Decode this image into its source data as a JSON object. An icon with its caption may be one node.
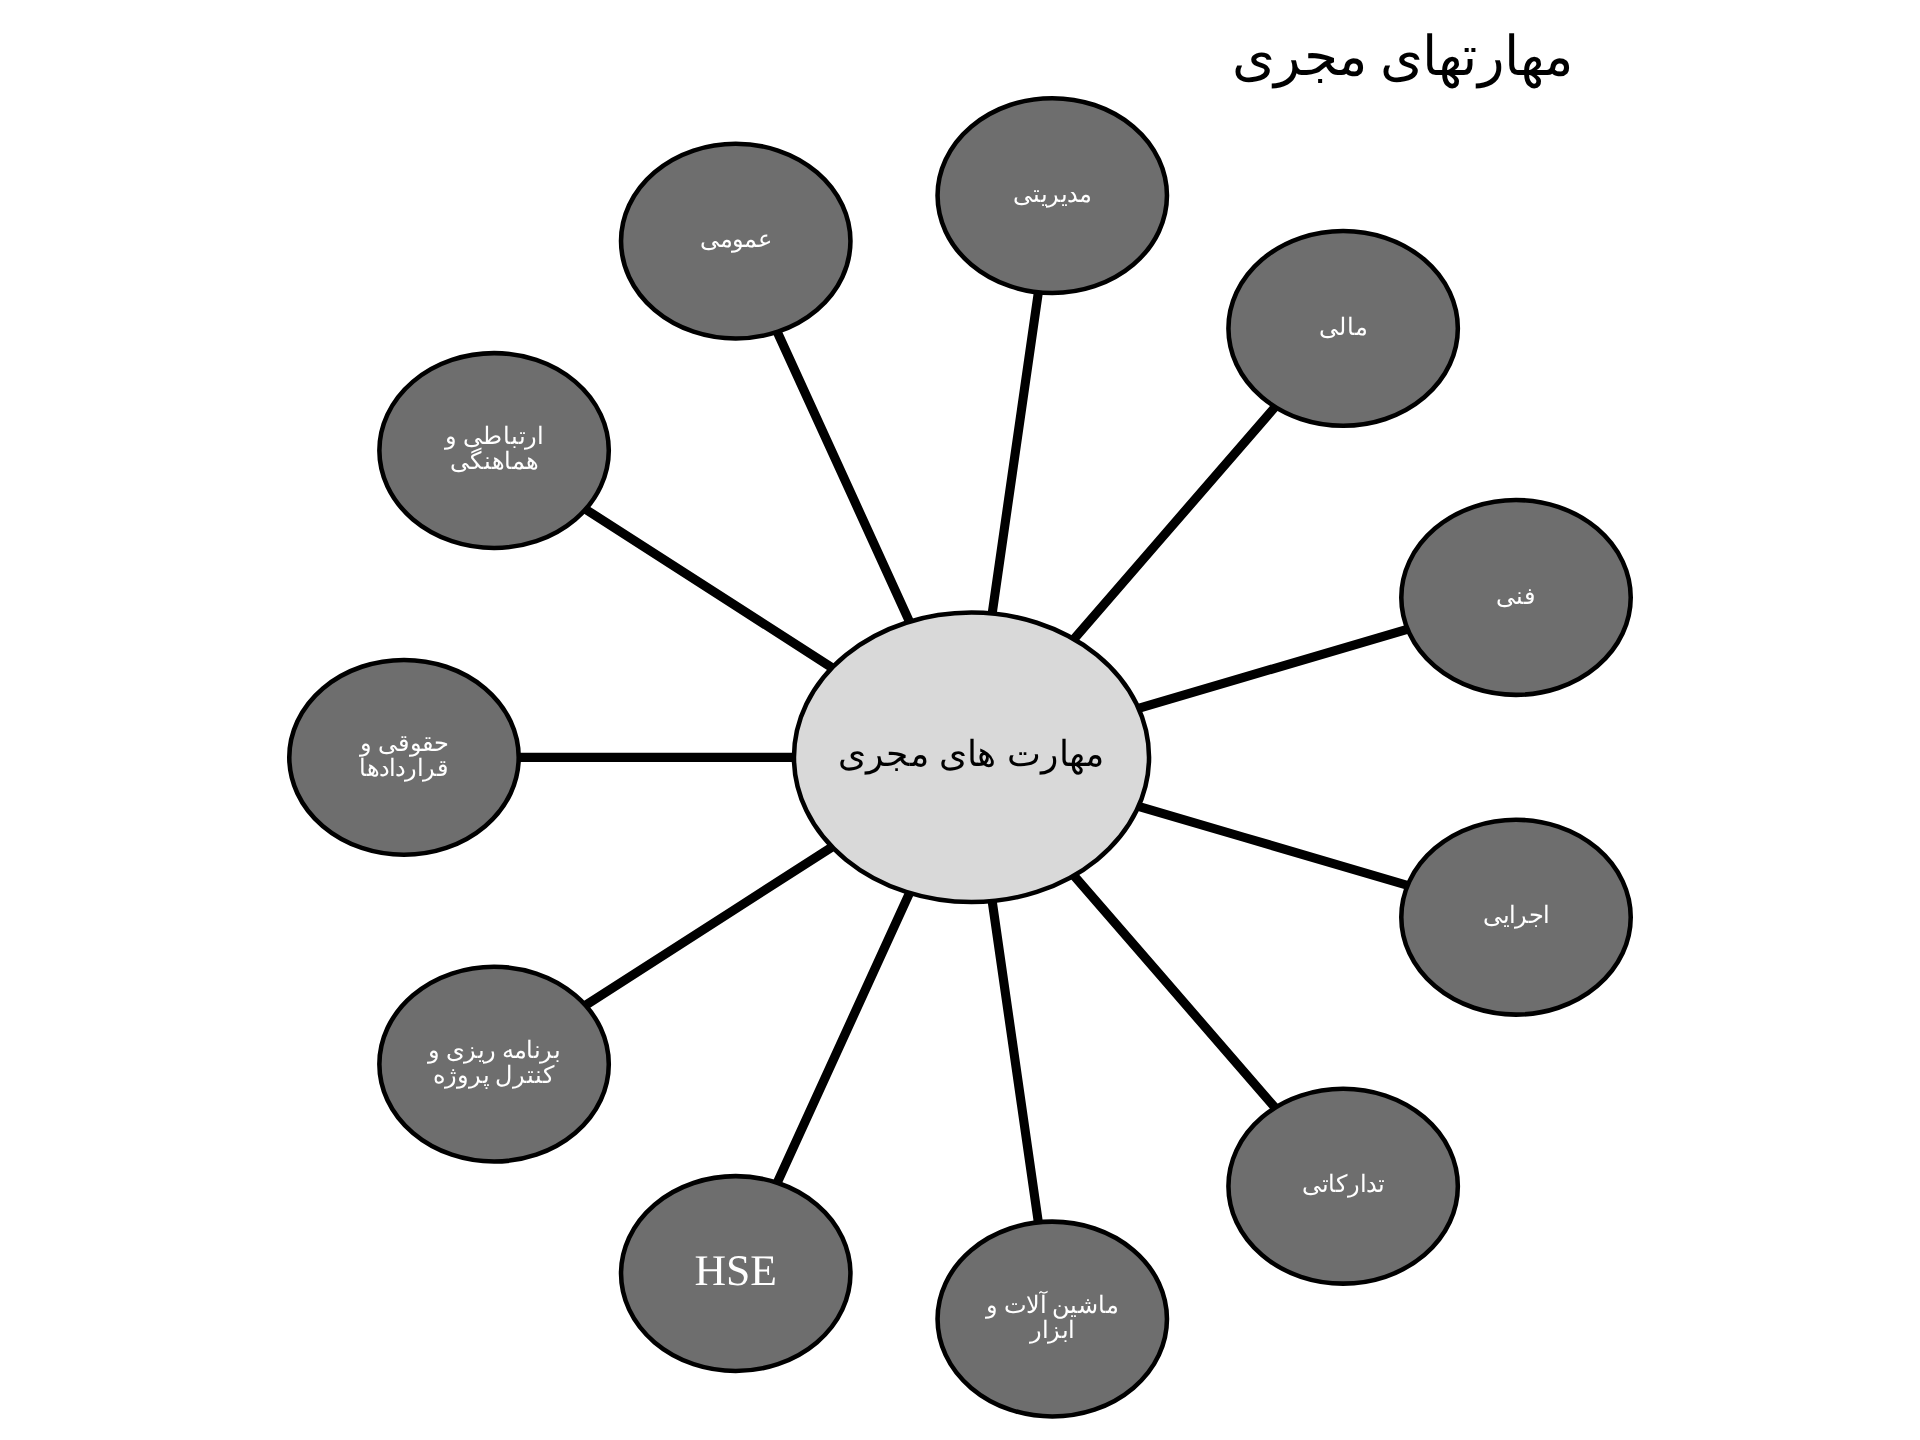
{
  "diagram": {
    "title": "مهارتهای مجری",
    "nodes": [
      {
        "text": [
          "مهارت های مجری"
        ]
      },
      {
        "text": [
          "فنی"
        ]
      },
      {
        "text": [
          "مالی"
        ]
      },
      {
        "text": [
          "مدیریتی"
        ]
      },
      {
        "text": [
          "عمومی"
        ]
      },
      {
        "text": [
          "ارتباطی و هماهنگی"
        ]
      },
      {
        "text": [
          "حقوقی و قراردادها"
        ]
      },
      {
        "text": [
          "برنامه ریزی و کنترل پروژه"
        ]
      },
      {
        "text": [
          "HSE"
        ]
      },
      {
        "text": [
          "ماشین آلات و ابزار"
        ]
      },
      {
        "text": [
          "تدارکاتی"
        ]
      },
      {
        "text": [
          "اجرایی"
        ]
      }
    ],
    "edges": [
      {
        "from": 0,
        "to": 1,
        "arrow": "none"
      },
      {
        "from": 0,
        "to": 2,
        "arrow": "none"
      },
      {
        "from": 0,
        "to": 3,
        "arrow": "none"
      },
      {
        "from": 0,
        "to": 4,
        "arrow": "none"
      },
      {
        "from": 0,
        "to": 5,
        "arrow": "none"
      },
      {
        "from": 0,
        "to": 6,
        "arrow": "none"
      },
      {
        "from": 0,
        "to": 7,
        "arrow": "none"
      },
      {
        "from": 0,
        "to": 8,
        "arrow": "none"
      },
      {
        "from": 0,
        "to": 9,
        "arrow": "none"
      },
      {
        "from": 0,
        "to": 10,
        "arrow": "none"
      },
      {
        "from": 0,
        "to": 11,
        "arrow": "none"
      }
    ]
  }
}
